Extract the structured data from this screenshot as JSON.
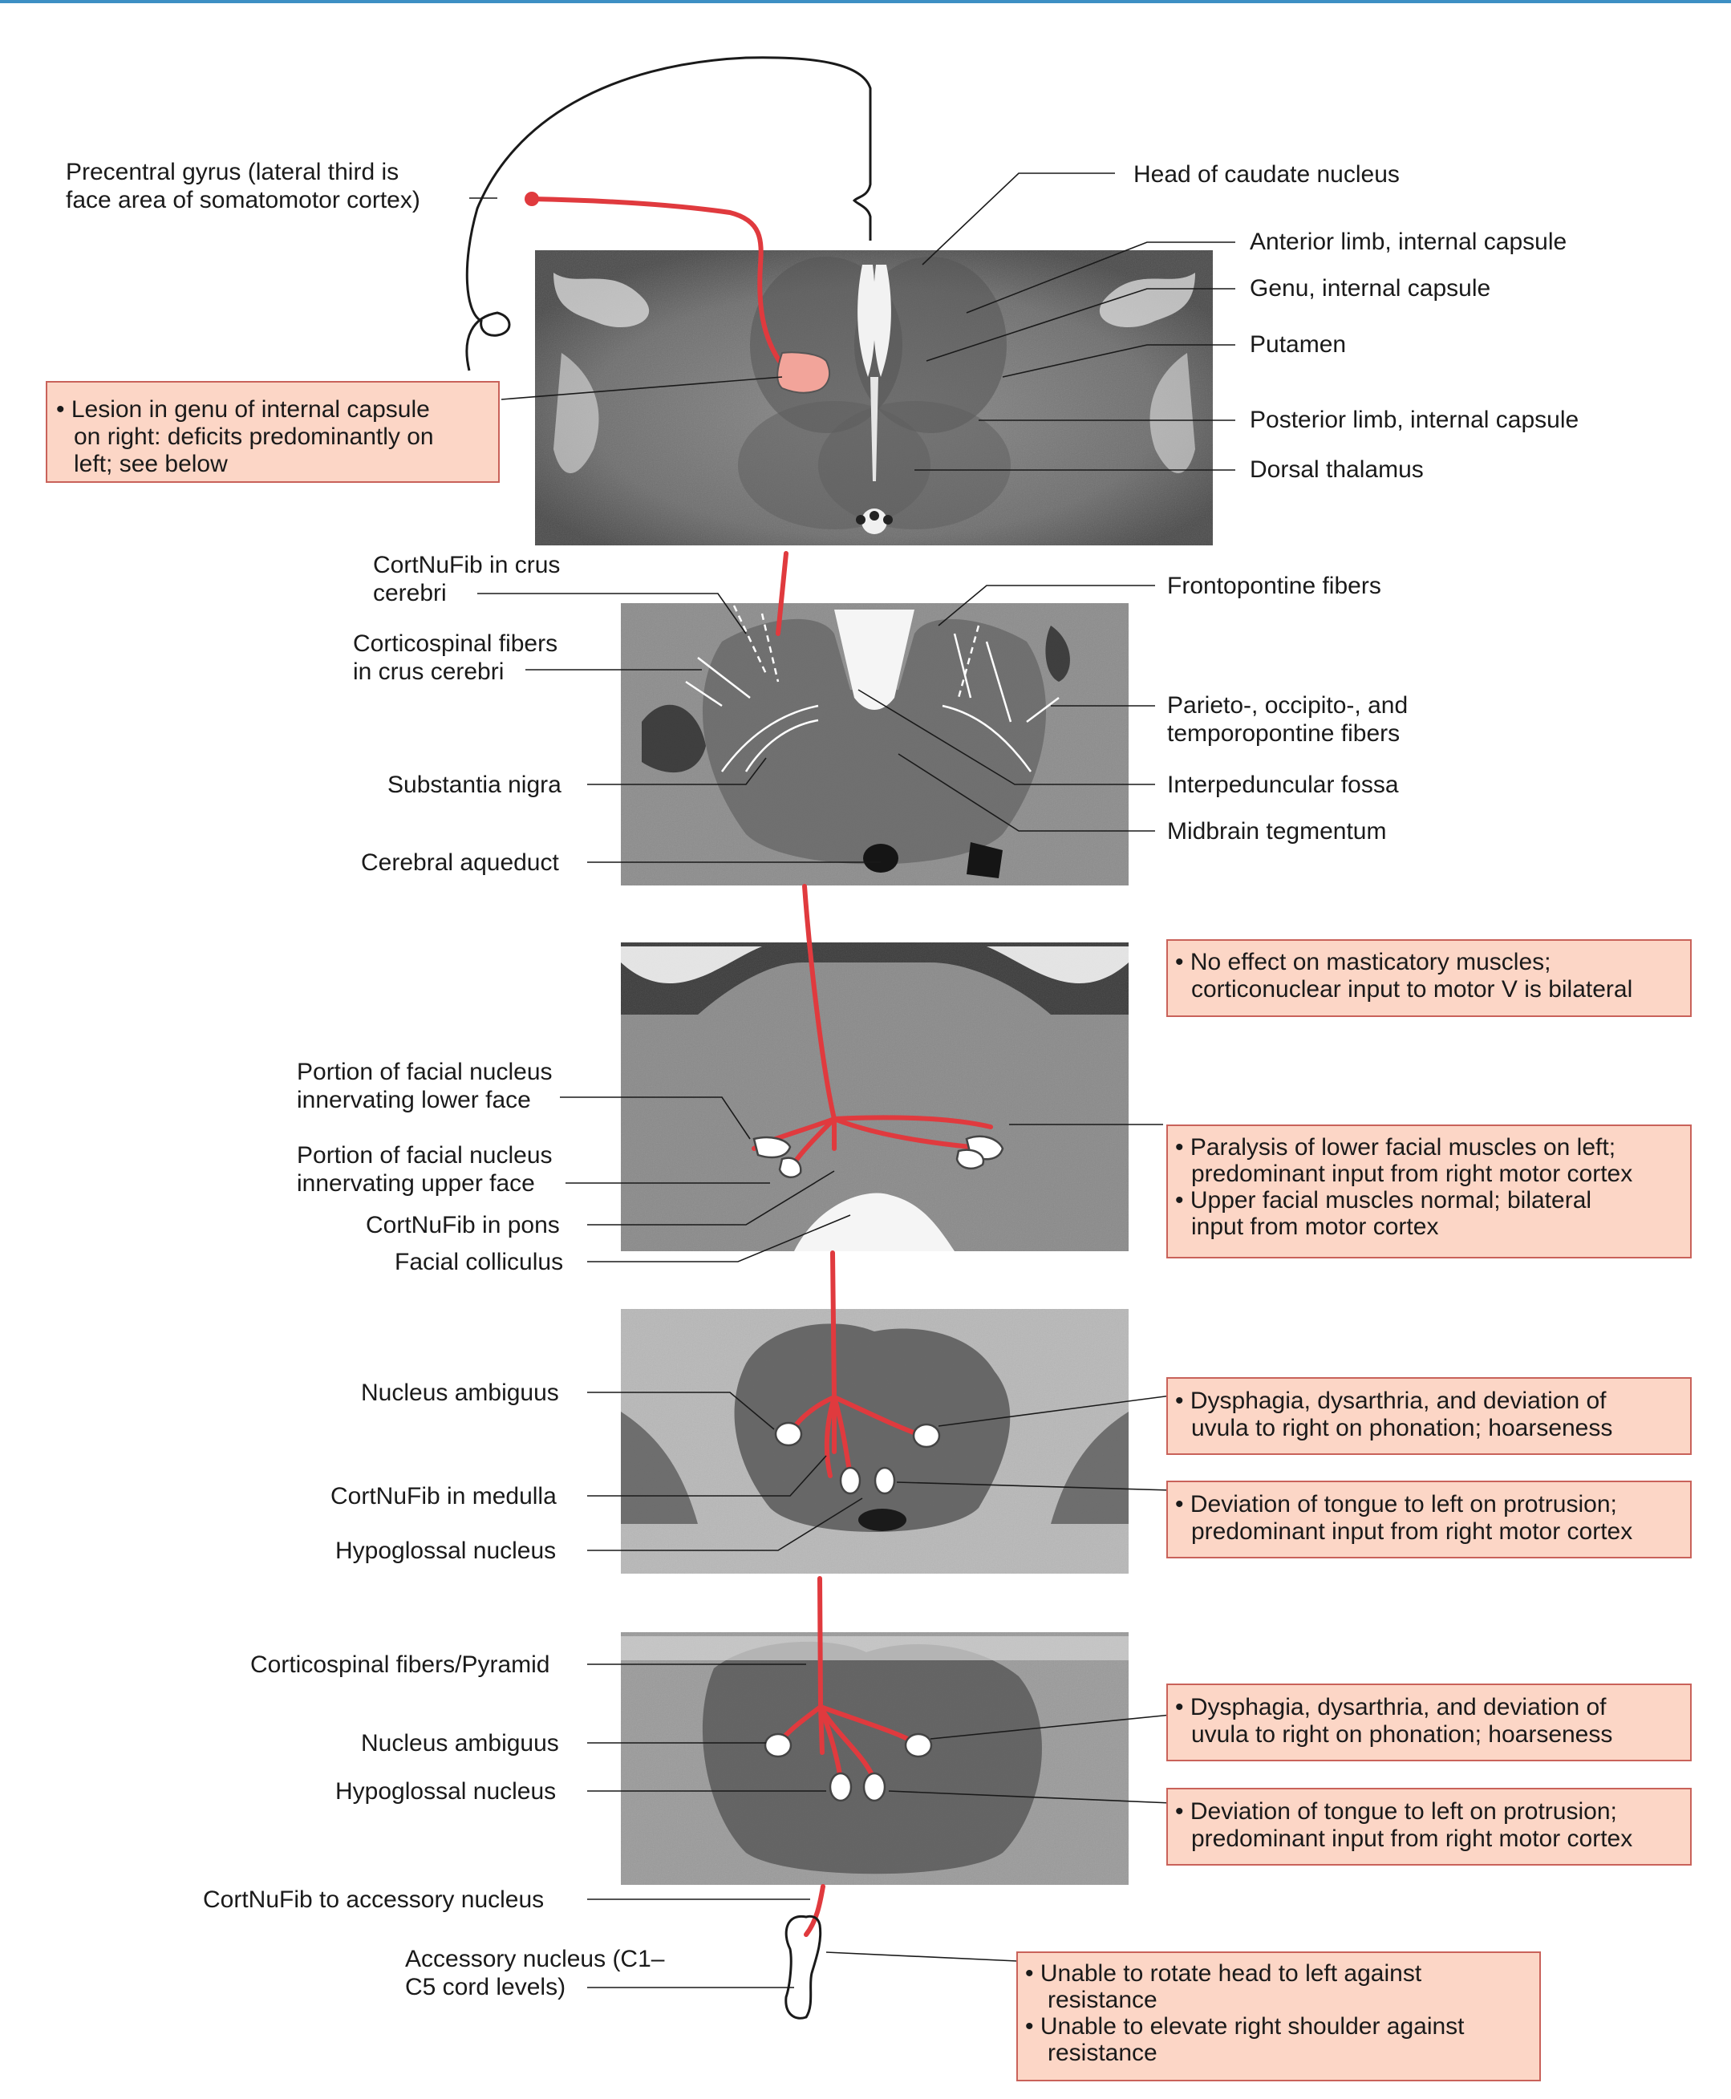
{
  "labels": {
    "precentral_gyrus": [
      "Precentral gyrus (lateral third is",
      "face area of somatomotor cortex)"
    ],
    "head_caudate": "Head of caudate nucleus",
    "anterior_limb": "Anterior limb, internal capsule",
    "genu": "Genu, internal capsule",
    "putamen": "Putamen",
    "posterior_limb": "Posterior limb, internal capsule",
    "dorsal_thalamus": "Dorsal thalamus",
    "cortnufib_crus": [
      "CortNuFib in crus",
      "cerebri"
    ],
    "corticospinal_crus": [
      "Corticospinal fibers",
      "in crus cerebri"
    ],
    "substantia_nigra": "Substantia nigra",
    "cerebral_aqueduct": "Cerebral aqueduct",
    "frontopontine": "Frontopontine fibers",
    "parieto": [
      "Parieto-, occipito-, and",
      "temporopontine fibers"
    ],
    "interpeduncular": "Interpeduncular fossa",
    "midbrain_tegmentum": "Midbrain tegmentum",
    "facial_lower": [
      "Portion of facial nucleus",
      "innervating lower face"
    ],
    "facial_upper": [
      "Portion of facial nucleus",
      "innervating upper face"
    ],
    "cortnufib_pons": "CortNuFib in pons",
    "facial_colliculus": "Facial colliculus",
    "nucleus_ambiguus_1": "Nucleus ambiguus",
    "cortnufib_medulla": "CortNuFib in medulla",
    "hypoglossal_1": "Hypoglossal nucleus",
    "corticospinal_pyramid": "Corticospinal fibers/Pyramid",
    "nucleus_ambiguus_2": "Nucleus ambiguus",
    "hypoglossal_2": "Hypoglossal nucleus",
    "cortnufib_accessory": "CortNuFib to accessory nucleus",
    "accessory_nucleus": [
      "Accessory nucleus (C1–",
      "C5 cord levels)"
    ]
  },
  "callouts": {
    "lesion": [
      "• Lesion in genu of internal capsule",
      "on right: deficits predominantly on",
      "left; see below"
    ],
    "masticatory": [
      "• No effect on masticatory muscles;",
      "corticonuclear input to motor V is bilateral"
    ],
    "facial": [
      "• Paralysis of lower facial muscles on left;",
      "predominant input from right motor cortex",
      "• Upper facial muscles normal; bilateral",
      "input from motor cortex"
    ],
    "dysphagia_1": [
      "• Dysphagia, dysarthria, and deviation of",
      "uvula to right on phonation; hoarseness"
    ],
    "tongue_1": [
      "• Deviation of tongue to left on protrusion;",
      "predominant input from right motor cortex"
    ],
    "dysphagia_2": [
      "• Dysphagia, dysarthria, and deviation of",
      "uvula to right on phonation; hoarseness"
    ],
    "tongue_2": [
      "• Deviation of tongue to left on protrusion;",
      "predominant input from right motor cortex"
    ],
    "accessory": [
      "• Unable to rotate head to left against",
      "resistance",
      "• Unable to elevate right shoulder against",
      "resistance"
    ]
  },
  "colors": {
    "tract": "#e03a3e",
    "callout_fill": "#fcd6c6",
    "callout_border": "#c9625a",
    "lesion": "#f2a49a",
    "header_bar": "#3d8fc4"
  }
}
